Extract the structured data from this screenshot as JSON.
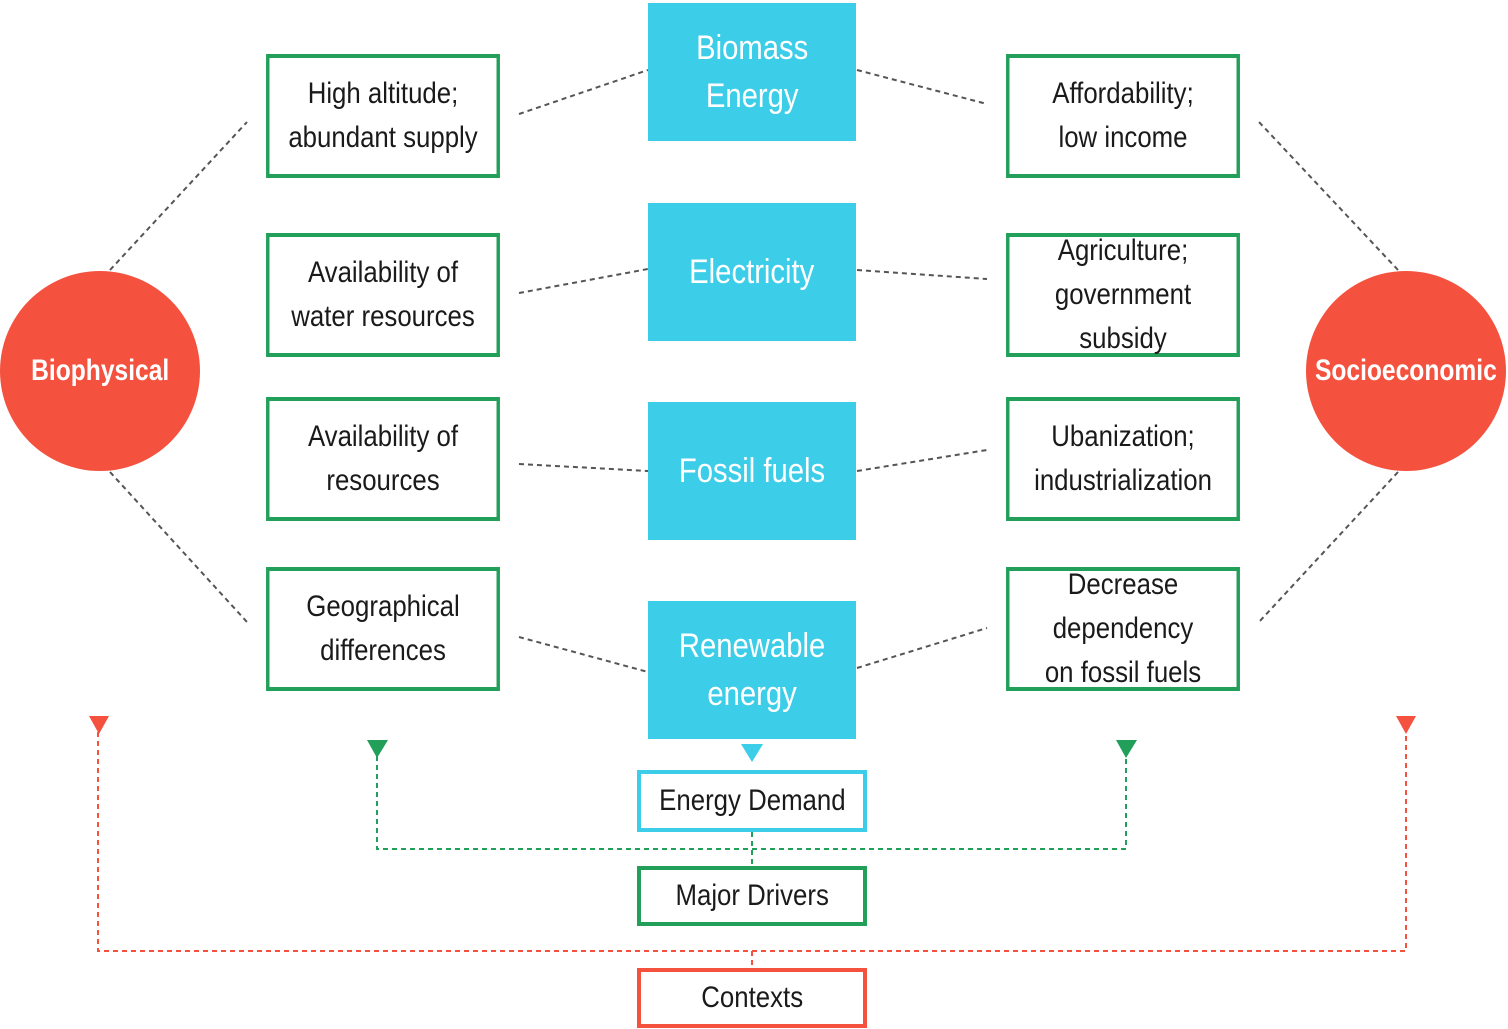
{
  "context": {
    "biophysical": "Biophysical",
    "socioeconomic": "Socioeconomic"
  },
  "energy_types": [
    {
      "id": "biomass",
      "label": "Biomass\nEnergy"
    },
    {
      "id": "electricity",
      "label": "Electricity"
    },
    {
      "id": "fossil",
      "label": "Fossil fuels"
    },
    {
      "id": "renewable",
      "label": "Renewable\nenergy"
    }
  ],
  "biophysical_drivers": [
    "High altitude;\nabundant supply",
    "Availability of\nwater resources",
    "Availability of\nresources",
    "Geographical\ndifferences"
  ],
  "socioeconomic_drivers": [
    "Affordability;\nlow income",
    "Agriculture;\ngovernment subsidy",
    "Ubanization;\nindustrialization",
    "Decrease dependency\non fossil fuels"
  ],
  "legend": {
    "energy_demand": "Energy Demand",
    "major_drivers": "Major Drivers",
    "contexts": "Contexts"
  },
  "colors": {
    "energy": "#3ccde8",
    "driver": "#22a05a",
    "context": "#f5513f",
    "connector": "#555555"
  }
}
